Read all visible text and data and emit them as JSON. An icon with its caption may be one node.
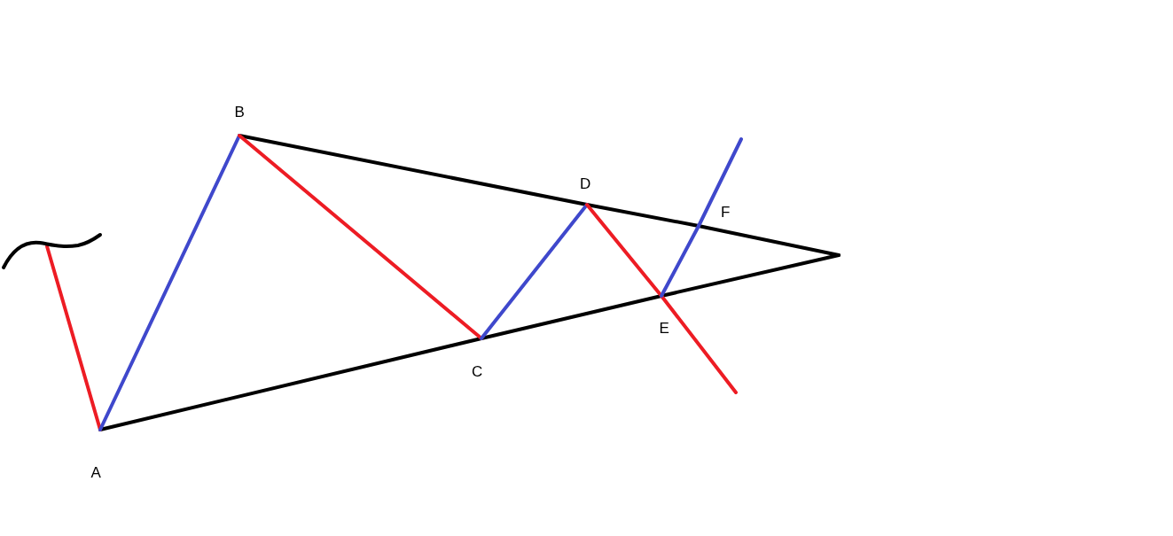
{
  "diagram": {
    "nodes": [
      {
        "text": [
          "A"
        ]
      },
      {
        "text": [
          "B"
        ]
      },
      {
        "text": [
          "C"
        ]
      },
      {
        "text": [
          "D"
        ]
      },
      {
        "text": [
          "E"
        ]
      },
      {
        "text": [
          "F"
        ]
      },
      {
        "text": [],
        "shape": "curve"
      }
    ],
    "edges": [
      {
        "from": 6,
        "to": 0,
        "arrow": "none",
        "color": "#ed1c24"
      },
      {
        "from": 0,
        "to": 1,
        "arrow": "none",
        "color": "#3f48cc"
      },
      {
        "from": 1,
        "to": 2,
        "arrow": "none",
        "color": "#ed1c24"
      },
      {
        "from": 2,
        "to": 3,
        "arrow": "none",
        "color": "#3f48cc"
      },
      {
        "from": 3,
        "to": 4,
        "arrow": "none",
        "color": "#ed1c24"
      },
      {
        "from": 4,
        "to": null,
        "arrow": "none",
        "color": "#ed1c24"
      },
      {
        "from": 4,
        "to": 5,
        "arrow": "none",
        "color": "#3f48cc"
      },
      {
        "from": 5,
        "to": null,
        "arrow": "none",
        "color": "#3f48cc"
      },
      {
        "from": 1,
        "to": 3,
        "arrow": "none"
      },
      {
        "from": 3,
        "to": 5,
        "arrow": "none"
      },
      {
        "from": 5,
        "to": null,
        "arrow": "none"
      },
      {
        "from": 0,
        "to": 2,
        "arrow": "none"
      },
      {
        "from": 2,
        "to": 4,
        "arrow": "none"
      },
      {
        "from": 4,
        "to": null,
        "arrow": "none"
      }
    ]
  }
}
